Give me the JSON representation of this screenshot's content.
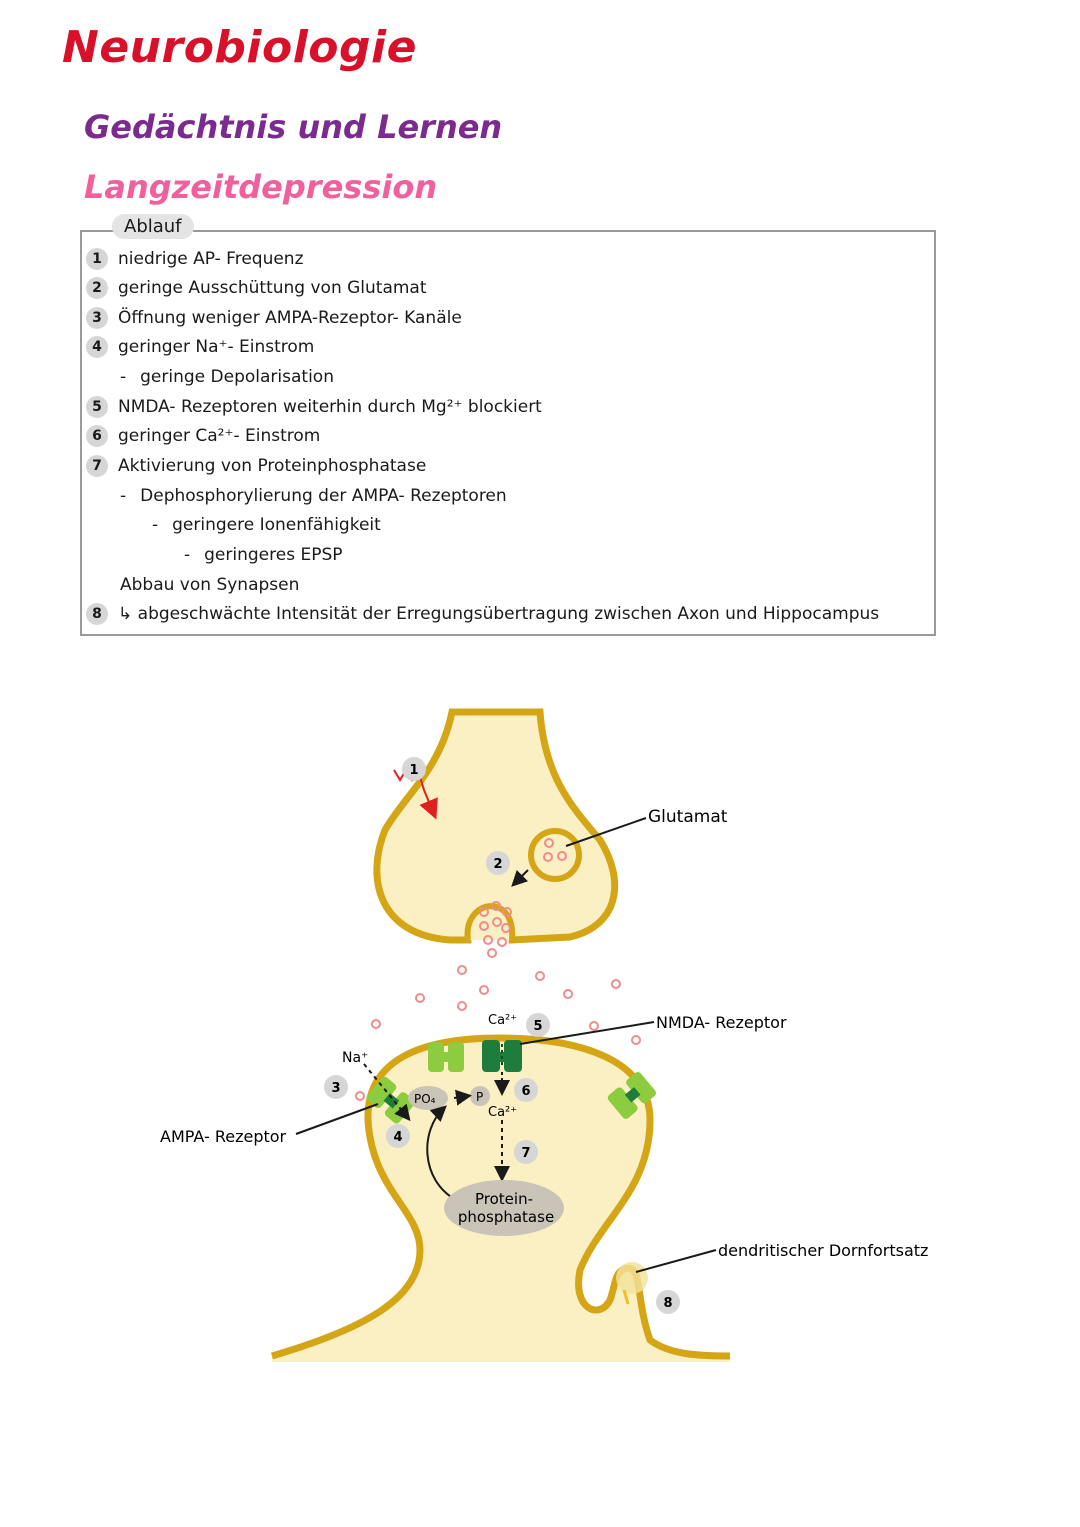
{
  "header": {
    "title": "Neurobiologie",
    "subtitle": "Gedächtnis und Lernen",
    "topic": "Langzeitdepression"
  },
  "box": {
    "label": "Ablauf",
    "steps": [
      {
        "num": "1",
        "text": "niedrige AP- Frequenz"
      },
      {
        "num": "2",
        "text": "geringe Ausschüttung von Glutamat"
      },
      {
        "num": "3",
        "text": "Öffnung weniger AMPA-Rezeptor- Kanäle"
      },
      {
        "num": "4",
        "text": "geringer Na⁺- Einstrom"
      },
      {
        "num": "",
        "text": "geringe Depolarisation"
      },
      {
        "num": "5",
        "text": "NMDA- Rezeptoren weiterhin durch Mg²⁺ blockiert"
      },
      {
        "num": "6",
        "text": "geringer Ca²⁺- Einstrom"
      },
      {
        "num": "7",
        "text": "Aktivierung von Proteinphosphatase"
      },
      {
        "num": "",
        "text": "Dephosphorylierung der AMPA- Rezeptoren"
      },
      {
        "num": "",
        "text": "geringere Ionenfähigkeit"
      },
      {
        "num": "",
        "text": "geringeres EPSP"
      },
      {
        "num": "",
        "text": "Abbau von Synapsen"
      },
      {
        "num": "8",
        "text": "↳ abgeschwächte Intensität der Erregungsübertragung zwischen Axon und Hippocampus"
      }
    ]
  },
  "diagram": {
    "labels": {
      "glutamat": "Glutamat",
      "nmda": "NMDA- Rezeptor",
      "ampa": "AMPA- Rezeptor",
      "dorn": "dendritischer Dornfortsatz",
      "na": "Na⁺",
      "ca_top": "Ca²⁺",
      "ca_mid": "Ca²⁺",
      "po4": "PO₄",
      "p": "P",
      "phosphatase_1": "Protein-",
      "phosphatase_2": "phosphatase"
    },
    "markers": [
      "1",
      "2",
      "3",
      "4",
      "5",
      "6",
      "7",
      "8"
    ],
    "colors": {
      "membrane": "#d4a514",
      "cytoplasm": "#fbefc4",
      "vesicle": "#f08c8c",
      "receptor_light": "#8ccc3e",
      "receptor_dark": "#1e7d3c",
      "arrow": "#e0201e"
    }
  }
}
